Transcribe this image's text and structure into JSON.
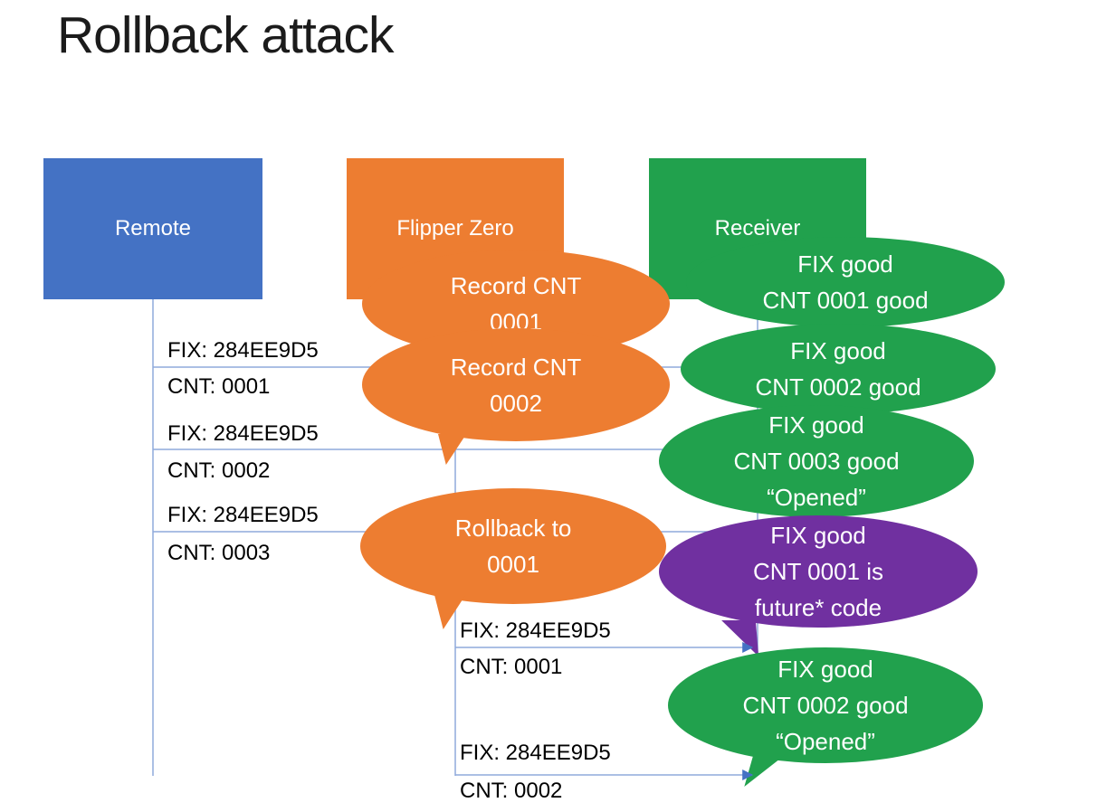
{
  "title": "Rollback attack",
  "colors": {
    "remote_box": "#4472C4",
    "flipper_box": "#ED7D31",
    "receiver_box": "#21A14D",
    "purple_bubble": "#7030A0",
    "connector_line": "#8FAADC",
    "arrowhead": "#4472C4",
    "title_text": "#1b1b1b"
  },
  "actors": [
    {
      "label": "Remote"
    },
    {
      "label": "Flipper Zero"
    },
    {
      "label": "Receiver"
    }
  ],
  "messages": [
    {
      "line1": "FIX: 284EE9D5",
      "line2": "CNT: 0001"
    },
    {
      "line1": "FIX: 284EE9D5",
      "line2": "CNT: 0002"
    },
    {
      "line1": "FIX: 284EE9D5",
      "line2": "CNT: 0003"
    },
    {
      "line1": "FIX: 284EE9D5",
      "line2": "CNT: 0001"
    },
    {
      "line1": "FIX: 284EE9D5",
      "line2": "CNT: 0002"
    }
  ],
  "bubbles": [
    {
      "lines": [
        "Record CNT",
        "0001"
      ]
    },
    {
      "lines": [
        "Record CNT",
        "0002"
      ]
    },
    {
      "lines": [
        "Rollback to",
        "0001"
      ]
    },
    {
      "lines": [
        "FIX good",
        "CNT 0001 good"
      ]
    },
    {
      "lines": [
        "FIX good",
        "CNT 0002 good"
      ]
    },
    {
      "lines": [
        "FIX good",
        "CNT 0003 good",
        "“Opened”"
      ]
    },
    {
      "lines": [
        "FIX good",
        "CNT 0001 is",
        "future* code"
      ]
    },
    {
      "lines": [
        "FIX good",
        "CNT 0002 good",
        "“Opened”"
      ]
    }
  ]
}
